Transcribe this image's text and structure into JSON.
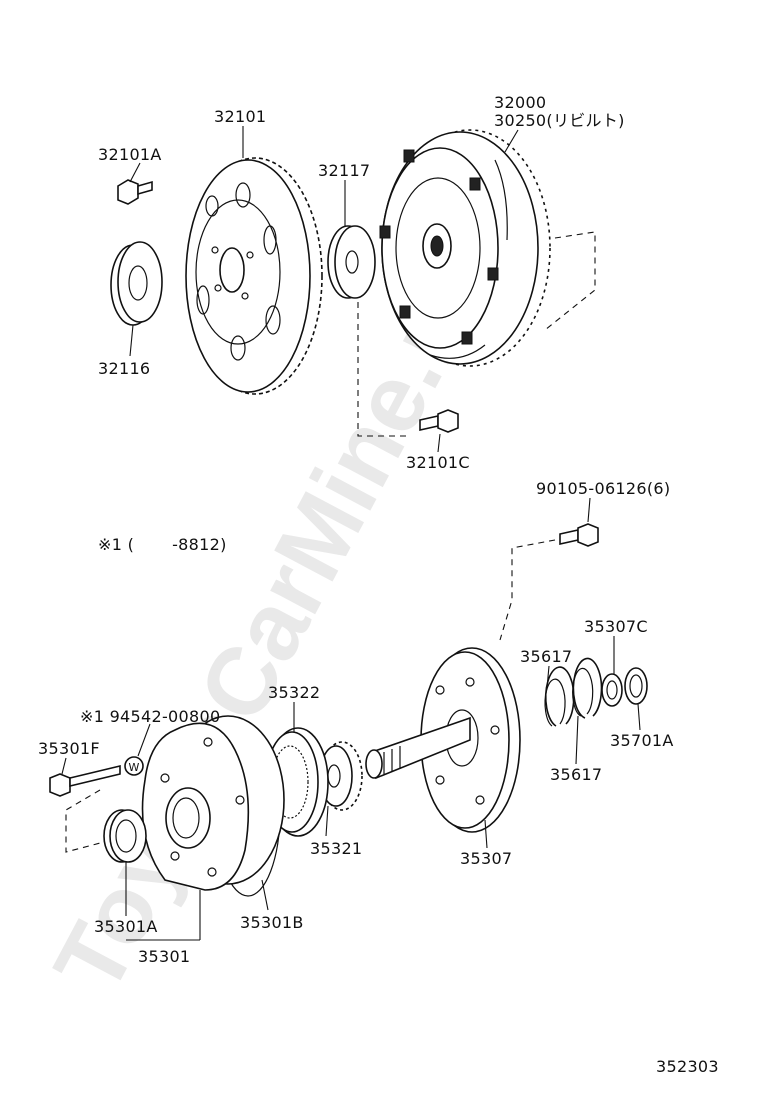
{
  "watermark": "ToyotaCarMine.ru",
  "diagram_code": "352303",
  "note": "※1 (　　 -8812)",
  "parts": {
    "p32101A": "32101A",
    "p32101": "32101",
    "p32116": "32116",
    "p32117": "32117",
    "p32000": "32000",
    "p30250": "30250(リビルト)",
    "p32101C": "32101C",
    "p90105": "90105-06126(6)",
    "p94542": "※1 94542-00800",
    "p35301F": "35301F",
    "p35322": "35322",
    "p35321": "35321",
    "p35301A": "35301A",
    "p35301B": "35301B",
    "p35301": "35301",
    "p35307": "35307",
    "p35617a": "35617",
    "p35617b": "35617",
    "p35307C": "35307C",
    "p35701A": "35701A"
  },
  "washer_mark": "W"
}
